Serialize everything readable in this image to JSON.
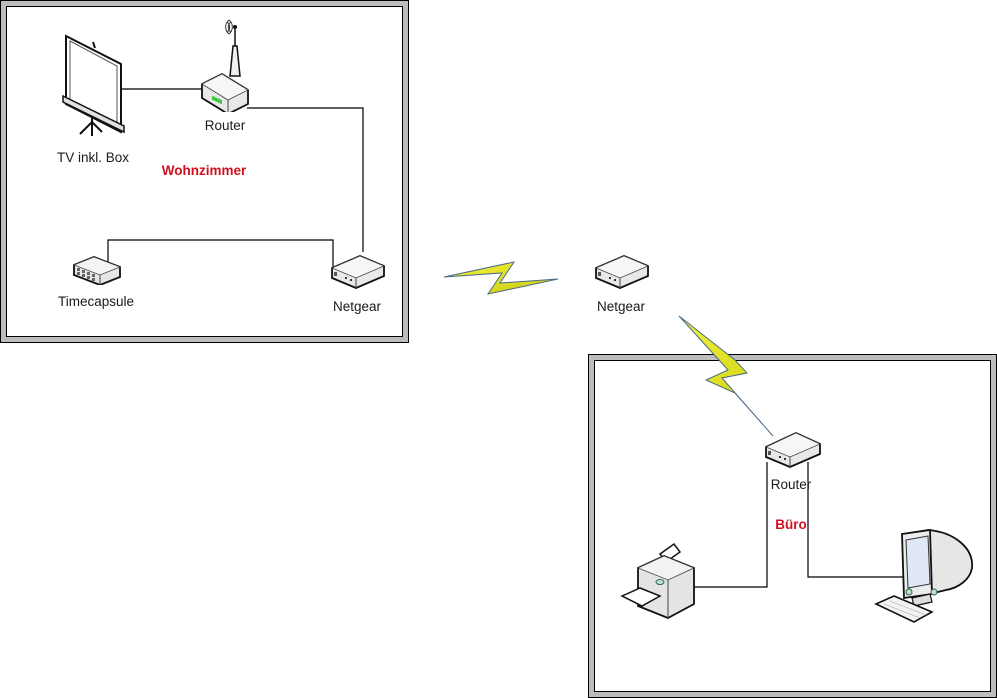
{
  "diagram": {
    "title": "Heimnetzwerk",
    "rooms": [
      {
        "id": "wohnzimmer",
        "label": "Wohnzimmer"
      },
      {
        "id": "buero",
        "label": "Büro"
      }
    ],
    "devices": {
      "tv": {
        "label": "TV inkl. Box",
        "icon": "projection-screen-icon"
      },
      "router_wz": {
        "label": "Router",
        "icon": "wireless-router-icon"
      },
      "timecapsule": {
        "label": "Timecapsule",
        "icon": "switch-icon"
      },
      "netgear_wz": {
        "label": "Netgear",
        "icon": "network-adapter-icon"
      },
      "netgear_mid": {
        "label": "Netgear",
        "icon": "network-adapter-icon"
      },
      "router_buero": {
        "label": "Router",
        "icon": "router-icon"
      },
      "printer": {
        "label": "",
        "icon": "printer-icon"
      },
      "pc": {
        "label": "",
        "icon": "computer-icon"
      }
    },
    "connections": [
      {
        "from": "TV inkl. Box",
        "to": "Router",
        "type": "wired"
      },
      {
        "from": "Router",
        "to": "Netgear",
        "type": "wired"
      },
      {
        "from": "Timecapsule",
        "to": "Netgear",
        "type": "wired"
      },
      {
        "from": "Netgear",
        "to": "Netgear",
        "type": "wireless"
      },
      {
        "from": "Netgear",
        "to": "Router",
        "type": "wireless"
      },
      {
        "from": "Router",
        "to": "Printer",
        "type": "wired"
      },
      {
        "from": "Router",
        "to": "Computer",
        "type": "wired"
      }
    ],
    "colors": {
      "room_label": "#d01020",
      "room_border": "#bdbdbd",
      "lightning": "#e8e820",
      "lightning_edge": "#3a6aa0"
    }
  }
}
